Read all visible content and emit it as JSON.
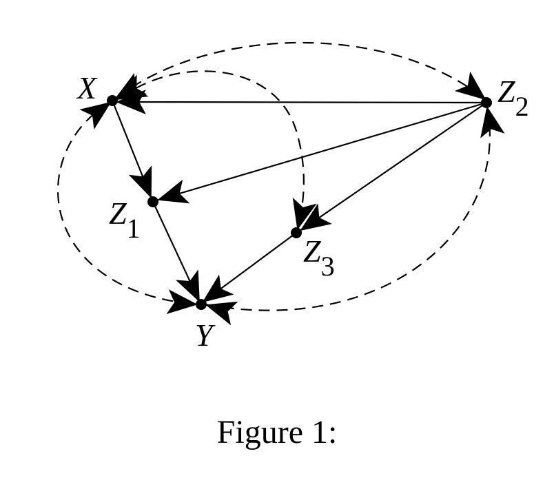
{
  "caption": "Figure 1:",
  "nodes": {
    "X": {
      "label": "X",
      "subscript": ""
    },
    "Z1": {
      "label": "Z",
      "subscript": "1"
    },
    "Z2": {
      "label": "Z",
      "subscript": "2"
    },
    "Z3": {
      "label": "Z",
      "subscript": "3"
    },
    "Y": {
      "label": "Y",
      "subscript": ""
    }
  },
  "directed_edges": [
    {
      "from": "X",
      "to": "Z1"
    },
    {
      "from": "Z1",
      "to": "Y"
    },
    {
      "from": "Z3",
      "to": "Y"
    },
    {
      "from": "Z2",
      "to": "X"
    },
    {
      "from": "Z2",
      "to": "Z1"
    },
    {
      "from": "Z2",
      "to": "Z3"
    }
  ],
  "bidirected_edges": [
    {
      "between": [
        "X",
        "Z2"
      ]
    },
    {
      "between": [
        "X",
        "Z3"
      ]
    },
    {
      "between": [
        "X",
        "Y"
      ]
    },
    {
      "between": [
        "Y",
        "Z2"
      ]
    }
  ]
}
